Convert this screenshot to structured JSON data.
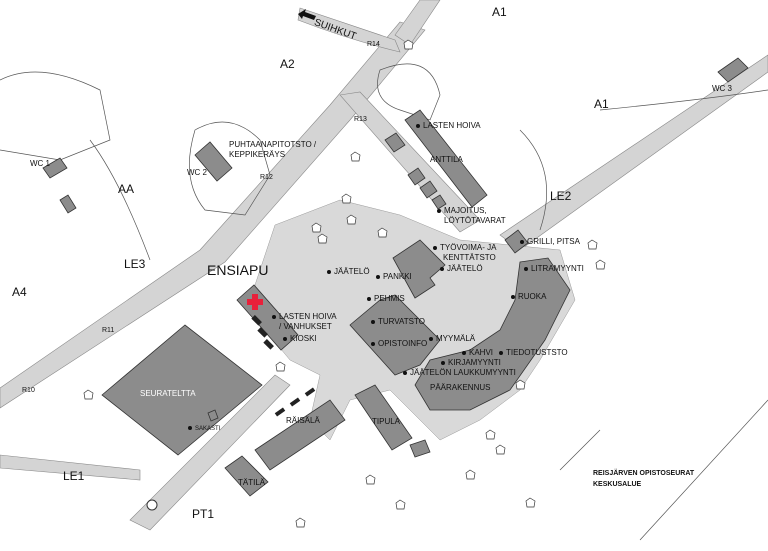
{
  "title": "REISJÄRVEN OPISTOSEURAT",
  "subtitle": "KESKUSALUE",
  "direction": {
    "label": "SUIHKUT",
    "icon": "arrow-left-icon"
  },
  "areas": [
    "A1",
    "A1",
    "A2",
    "AA",
    "A4",
    "LE1",
    "LE2",
    "LE3",
    "PT1"
  ],
  "roads": [
    "R10",
    "R11",
    "R12",
    "R13",
    "R14"
  ],
  "first_aid": {
    "label": "ENSIAPU",
    "color": "#e8203a"
  },
  "buildings": [
    "SEURATELTTA",
    "ANTTILA",
    "PÄÄRAKENNUS",
    "RÄISÄLÄ",
    "TIPULA",
    "TÄTILÄ"
  ],
  "facilities": {
    "wc1": "WC 1",
    "wc2": "WC 2",
    "wc3": "WC 3",
    "puhtaanapito": "PUHTAANAPITOTSTO /",
    "keppikerays": "KEPPIKERÄYS",
    "lasten_hoiva": "LASTEN HOIVA",
    "majoitus": "MAJOITUS,",
    "loytotavarat": "LÖYTÖTAVARAT",
    "tyovoima": "TYÖVOIMA- JA",
    "kenttatsto": "KENTTÄTSTO",
    "jaatelo1": "JÄÄTELÖ",
    "jaatelo2": "JÄÄTELÖ",
    "pankki": "PANKKI",
    "pehmis": "PEHMIS",
    "turvatsto": "TURVATSTO",
    "opistoinfo": "OPISTOINFO",
    "myymala": "MYYMÄLÄ",
    "kahvi": "KAHVI",
    "tiedotus": "TIEDOTUSTSTO",
    "kirjamyynti": "KIRJAMYYNTI",
    "jaatelon_laukku": "JÄÄTELÖN LAUKKUMYYNTI",
    "grilli": "GRILLI, PITSA",
    "litramyynti": "LITRAMYYNTI",
    "ruoka": "RUOKA",
    "lasten_hoiva2": "LASTEN HOIVA",
    "vanhukset": "/ VANHUKSET",
    "kioski": "KIOSKI",
    "sakasti": "SAKASTI"
  },
  "colors": {
    "building": "#8c8c8c",
    "plaza": "#d9d9d9",
    "road": "#cfcfcf"
  }
}
